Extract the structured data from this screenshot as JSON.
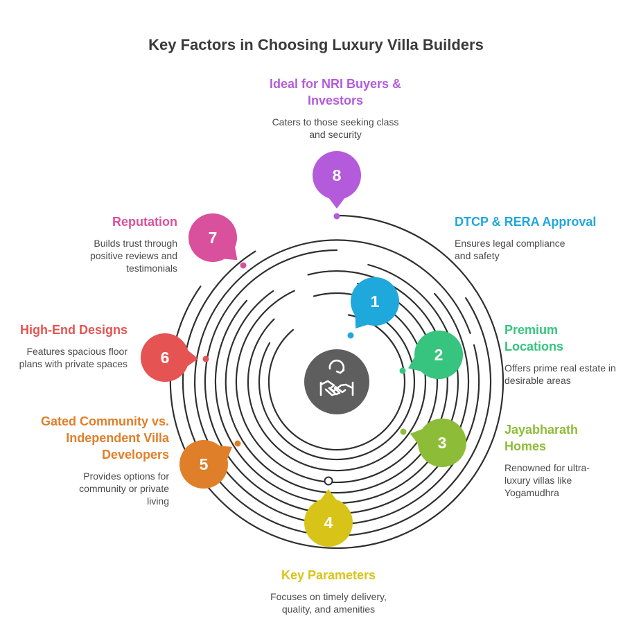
{
  "title": "Key Factors in Choosing Luxury Villa Builders",
  "center_icon": "handshake-icon",
  "factors": [
    {
      "number": "1",
      "heading": "DTCP & RERA Approval",
      "description": "Ensures legal compliance and safety",
      "color": "#1fa8dc"
    },
    {
      "number": "2",
      "heading": "Premium Locations",
      "description": "Offers prime real estate in desirable areas",
      "color": "#36c47e"
    },
    {
      "number": "3",
      "heading": "Jayabharath Homes",
      "description": "Renowned for ultra-luxury villas like Yogamudhra",
      "color": "#8dbd38"
    },
    {
      "number": "4",
      "heading": "Key Parameters",
      "description": "Focuses on timely delivery, quality, and amenities",
      "color": "#d8c418"
    },
    {
      "number": "5",
      "heading": "Gated Community vs. Independent Villa Developers",
      "description": "Provides options for community or private living",
      "color": "#e07f2a"
    },
    {
      "number": "6",
      "heading": "High-End Designs",
      "description": "Features spacious floor plans with private spaces",
      "color": "#e55353"
    },
    {
      "number": "7",
      "heading": "Reputation",
      "description": "Builds trust through positive reviews and testimonials",
      "color": "#d9519d"
    },
    {
      "number": "8",
      "heading": "Ideal for NRI Buyers & Investors",
      "description": "Caters to those seeking class and security",
      "color": "#b45bdc"
    }
  ]
}
